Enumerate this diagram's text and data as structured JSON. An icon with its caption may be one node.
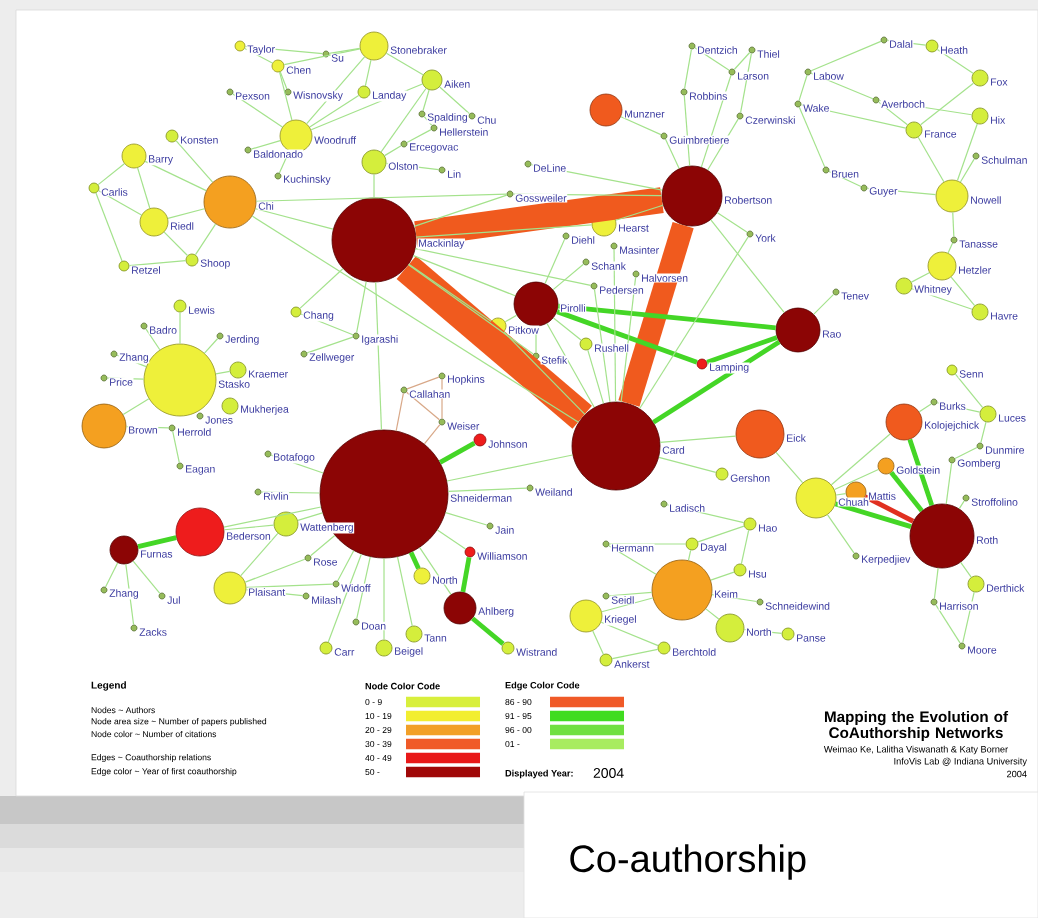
{
  "diagram": {
    "title": "Mapping the Evolution of CoAuthorship Networks",
    "caption": "Co-authorship",
    "nodes": [
      {
        "text": [],
        "shape": "circle",
        "beside": [
          "Taylor"
        ]
      },
      {
        "text": [],
        "shape": "circle",
        "beside": [
          "Su"
        ]
      },
      {
        "text": [],
        "shape": "circle",
        "beside": [
          "Stonebraker"
        ]
      },
      {
        "text": [],
        "shape": "circle",
        "beside": [
          "Chen"
        ]
      },
      {
        "text": [],
        "shape": "circle",
        "beside": [
          "Aiken"
        ]
      },
      {
        "text": [],
        "shape": "circle",
        "beside": [
          "Pexson"
        ]
      },
      {
        "text": [],
        "shape": "circle",
        "beside": [
          "Wisnovsky"
        ]
      },
      {
        "text": [],
        "shape": "circle",
        "beside": [
          "Landay"
        ]
      },
      {
        "text": [],
        "shape": "circle",
        "beside": [
          "Spalding"
        ]
      },
      {
        "text": [],
        "shape": "circle",
        "beside": [
          "Chu"
        ]
      },
      {
        "text": [],
        "shape": "circle",
        "beside": [
          "Hellerstein"
        ]
      },
      {
        "text": [],
        "shape": "circle",
        "beside": [
          "Woodruff"
        ]
      },
      {
        "text": [],
        "shape": "circle",
        "beside": [
          "Konsten"
        ]
      },
      {
        "text": [],
        "shape": "circle",
        "beside": [
          "Barry"
        ]
      },
      {
        "text": [],
        "shape": "circle",
        "beside": [
          "Baldonado"
        ]
      },
      {
        "text": [],
        "shape": "circle",
        "beside": [
          "Ercegovac"
        ]
      },
      {
        "text": [],
        "shape": "circle",
        "beside": [
          "Olston"
        ]
      },
      {
        "text": [],
        "shape": "circle",
        "beside": [
          "Lin"
        ]
      },
      {
        "text": [],
        "shape": "circle",
        "beside": [
          "Kuchinsky"
        ]
      },
      {
        "text": [],
        "shape": "circle",
        "beside": [
          "Carlis"
        ]
      },
      {
        "text": [],
        "shape": "circle",
        "beside": [
          "Chi"
        ]
      },
      {
        "text": [],
        "shape": "circle",
        "beside": [
          "Riedl"
        ]
      },
      {
        "text": [],
        "shape": "circle",
        "beside": [
          "Mackinlay"
        ]
      },
      {
        "text": [],
        "shape": "circle",
        "beside": [
          "Shoop"
        ]
      },
      {
        "text": [],
        "shape": "circle",
        "beside": [
          "Retzel"
        ]
      },
      {
        "text": [],
        "shape": "circle",
        "beside": [
          "Dentzich"
        ]
      },
      {
        "text": [],
        "shape": "circle",
        "beside": [
          "Thiel"
        ]
      },
      {
        "text": [],
        "shape": "circle",
        "beside": [
          "Larson"
        ]
      },
      {
        "text": [],
        "shape": "circle",
        "beside": [
          "Robbins"
        ]
      },
      {
        "text": [],
        "shape": "circle",
        "beside": [
          "Munzner"
        ]
      },
      {
        "text": [],
        "shape": "circle",
        "beside": [
          "Czerwinski"
        ]
      },
      {
        "text": [],
        "shape": "circle",
        "beside": [
          "Guimbretiere"
        ]
      },
      {
        "text": [],
        "shape": "circle",
        "beside": [
          "DeLine"
        ]
      },
      {
        "text": [],
        "shape": "circle",
        "beside": [
          "Gossweiler"
        ]
      },
      {
        "text": [],
        "shape": "circle",
        "beside": [
          "Robertson"
        ]
      },
      {
        "text": [],
        "shape": "circle",
        "beside": [
          "Hearst"
        ]
      },
      {
        "text": [],
        "shape": "circle",
        "beside": [
          "Diehl"
        ]
      },
      {
        "text": [],
        "shape": "circle",
        "beside": [
          "Masinter"
        ]
      },
      {
        "text": [],
        "shape": "circle",
        "beside": [
          "Schank"
        ]
      },
      {
        "text": [],
        "shape": "circle",
        "beside": [
          "Halvorsen"
        ]
      },
      {
        "text": [],
        "shape": "circle",
        "beside": [
          "Pedersen"
        ]
      },
      {
        "text": [],
        "shape": "circle",
        "beside": [
          "York"
        ]
      },
      {
        "text": [],
        "shape": "circle",
        "beside": [
          "Pirolli"
        ]
      },
      {
        "text": [],
        "shape": "circle",
        "beside": [
          "Pitkow"
        ]
      },
      {
        "text": [],
        "shape": "circle",
        "beside": [
          "Rushell"
        ]
      },
      {
        "text": [],
        "shape": "circle",
        "beside": [
          "Stefik"
        ]
      },
      {
        "text": [],
        "shape": "circle",
        "beside": [
          "Tenev"
        ]
      },
      {
        "text": [],
        "shape": "circle",
        "beside": [
          "Rao"
        ]
      },
      {
        "text": [],
        "shape": "circle",
        "beside": [
          "Lamping"
        ]
      },
      {
        "text": [],
        "shape": "circle",
        "beside": [
          "Dalal"
        ]
      },
      {
        "text": [],
        "shape": "circle",
        "beside": [
          "Heath"
        ]
      },
      {
        "text": [],
        "shape": "circle",
        "beside": [
          "Labow"
        ]
      },
      {
        "text": [],
        "shape": "circle",
        "beside": [
          "Fox"
        ]
      },
      {
        "text": [],
        "shape": "circle",
        "beside": [
          "Wake"
        ]
      },
      {
        "text": [],
        "shape": "circle",
        "beside": [
          "Averboch"
        ]
      },
      {
        "text": [],
        "shape": "circle",
        "beside": [
          "France"
        ]
      },
      {
        "text": [],
        "shape": "circle",
        "beside": [
          "Hix"
        ]
      },
      {
        "text": [],
        "shape": "circle",
        "beside": [
          "Schulman"
        ]
      },
      {
        "text": [],
        "shape": "circle",
        "beside": [
          "Bruen"
        ]
      },
      {
        "text": [],
        "shape": "circle",
        "beside": [
          "Guyer"
        ]
      },
      {
        "text": [],
        "shape": "circle",
        "beside": [
          "Nowell"
        ]
      },
      {
        "text": [],
        "shape": "circle",
        "beside": [
          "Tanasse"
        ]
      },
      {
        "text": [],
        "shape": "circle",
        "beside": [
          "Hetzler"
        ]
      },
      {
        "text": [],
        "shape": "circle",
        "beside": [
          "Whitney"
        ]
      },
      {
        "text": [],
        "shape": "circle",
        "beside": [
          "Havre"
        ]
      },
      {
        "text": [],
        "shape": "circle",
        "beside": [
          "Lewis"
        ]
      },
      {
        "text": [],
        "shape": "circle",
        "beside": [
          "Badro"
        ]
      },
      {
        "text": [],
        "shape": "circle",
        "beside": [
          "Chang"
        ]
      },
      {
        "text": [],
        "shape": "circle",
        "beside": [
          "Igarashi"
        ]
      },
      {
        "text": [],
        "shape": "circle",
        "beside": [
          "Zhang"
        ]
      },
      {
        "text": [],
        "shape": "circle",
        "beside": [
          "Jerding"
        ]
      },
      {
        "text": [],
        "shape": "circle",
        "beside": [
          "Zellweger"
        ]
      },
      {
        "text": [],
        "shape": "circle",
        "beside": [
          "Stasko"
        ]
      },
      {
        "text": [],
        "shape": "circle",
        "beside": [
          "Kraemer"
        ]
      },
      {
        "text": [],
        "shape": "circle",
        "beside": [
          "Price"
        ]
      },
      {
        "text": [],
        "shape": "circle",
        "beside": [
          "Brown"
        ]
      },
      {
        "text": [],
        "shape": "circle",
        "beside": [
          "Jones"
        ]
      },
      {
        "text": [],
        "shape": "circle",
        "beside": [
          "Mukherjea"
        ]
      },
      {
        "text": [],
        "shape": "circle",
        "beside": [
          "Herrold"
        ]
      },
      {
        "text": [],
        "shape": "circle",
        "beside": [
          "Eagan"
        ]
      },
      {
        "text": [],
        "shape": "circle",
        "beside": [
          "Callahan"
        ]
      },
      {
        "text": [],
        "shape": "circle",
        "beside": [
          "Hopkins"
        ]
      },
      {
        "text": [],
        "shape": "circle",
        "beside": [
          "Weiser"
        ]
      },
      {
        "text": [],
        "shape": "circle",
        "beside": [
          "Johnson"
        ]
      },
      {
        "text": [],
        "shape": "circle",
        "beside": [
          "Botafogo"
        ]
      },
      {
        "text": [],
        "shape": "circle",
        "beside": [
          "Rivlin"
        ]
      },
      {
        "text": [],
        "shape": "circle",
        "beside": [
          "Shneiderman"
        ]
      },
      {
        "text": [],
        "shape": "circle",
        "beside": [
          "Weiland"
        ]
      },
      {
        "text": [],
        "shape": "circle",
        "beside": [
          "Card"
        ]
      },
      {
        "text": [],
        "shape": "circle",
        "beside": [
          "Gershon"
        ]
      },
      {
        "text": [],
        "shape": "circle",
        "beside": [
          "Eick"
        ]
      },
      {
        "text": [],
        "shape": "circle",
        "beside": [
          "Senn"
        ]
      },
      {
        "text": [],
        "shape": "circle",
        "beside": [
          "Burks"
        ]
      },
      {
        "text": [],
        "shape": "circle",
        "beside": [
          "Luces"
        ]
      },
      {
        "text": [],
        "shape": "circle",
        "beside": [
          "Kolojejchick"
        ]
      },
      {
        "text": [],
        "shape": "circle",
        "beside": [
          "Dunmire"
        ]
      },
      {
        "text": [],
        "shape": "circle",
        "beside": [
          "Goldstein"
        ]
      },
      {
        "text": [],
        "shape": "circle",
        "beside": [
          "Gomberg"
        ]
      },
      {
        "text": [],
        "shape": "circle",
        "beside": [
          "Chuah"
        ]
      },
      {
        "text": [],
        "shape": "circle",
        "beside": [
          "Mattis"
        ]
      },
      {
        "text": [],
        "shape": "circle",
        "beside": [
          "Stroffolino"
        ]
      },
      {
        "text": [],
        "shape": "circle",
        "beside": [
          "Roth"
        ]
      },
      {
        "text": [],
        "shape": "circle",
        "beside": [
          "Kerpedjiev"
        ]
      },
      {
        "text": [],
        "shape": "circle",
        "beside": [
          "Derthick"
        ]
      },
      {
        "text": [],
        "shape": "circle",
        "beside": [
          "Harrison"
        ]
      },
      {
        "text": [],
        "shape": "circle",
        "beside": [
          "Moore"
        ]
      },
      {
        "text": [],
        "shape": "circle",
        "beside": [
          "Bederson"
        ]
      },
      {
        "text": [],
        "shape": "circle",
        "beside": [
          "Wattenberg"
        ]
      },
      {
        "text": [],
        "shape": "circle",
        "beside": [
          "Jain"
        ]
      },
      {
        "text": [],
        "shape": "circle",
        "beside": [
          "Furnas"
        ]
      },
      {
        "text": [],
        "shape": "circle",
        "beside": [
          "Rose"
        ]
      },
      {
        "text": [],
        "shape": "circle",
        "beside": [
          "Williamson"
        ]
      },
      {
        "text": [],
        "shape": "circle",
        "beside": [
          "Ladisch"
        ]
      },
      {
        "text": [],
        "shape": "circle",
        "beside": [
          "Hao"
        ]
      },
      {
        "text": [],
        "shape": "circle",
        "beside": [
          "Dayal"
        ]
      },
      {
        "text": [],
        "shape": "circle",
        "beside": [
          "Hermann"
        ]
      },
      {
        "text": [],
        "shape": "circle",
        "beside": [
          "Hsu"
        ]
      },
      {
        "text": [],
        "shape": "circle",
        "beside": [
          "North"
        ]
      },
      {
        "text": [],
        "shape": "circle",
        "beside": [
          "Widoff"
        ]
      },
      {
        "text": [],
        "shape": "circle",
        "beside": [
          "Plaisant"
        ]
      },
      {
        "text": [],
        "shape": "circle",
        "beside": [
          "Milash"
        ]
      },
      {
        "text": [],
        "shape": "circle",
        "beside": [
          "Zhang"
        ]
      },
      {
        "text": [],
        "shape": "circle",
        "beside": [
          "Jul"
        ]
      },
      {
        "text": [],
        "shape": "circle",
        "beside": [
          "Keim"
        ]
      },
      {
        "text": [],
        "shape": "circle",
        "beside": [
          "Seidl"
        ]
      },
      {
        "text": [],
        "shape": "circle",
        "beside": [
          "Kriegel"
        ]
      },
      {
        "text": [],
        "shape": "circle",
        "beside": [
          "Schneidewind"
        ]
      },
      {
        "text": [],
        "shape": "circle",
        "beside": [
          "Ahlberg"
        ]
      },
      {
        "text": [],
        "shape": "circle",
        "beside": [
          "Doan"
        ]
      },
      {
        "text": [],
        "shape": "circle",
        "beside": [
          "Zacks"
        ]
      },
      {
        "text": [],
        "shape": "circle",
        "beside": [
          "Tann"
        ]
      },
      {
        "text": [],
        "shape": "circle",
        "beside": [
          "North"
        ]
      },
      {
        "text": [],
        "shape": "circle",
        "beside": [
          "Panse"
        ]
      },
      {
        "text": [],
        "shape": "circle",
        "beside": [
          "Carr"
        ]
      },
      {
        "text": [],
        "shape": "circle",
        "beside": [
          "Beigel"
        ]
      },
      {
        "text": [],
        "shape": "circle",
        "beside": [
          "Wistrand"
        ]
      },
      {
        "text": [],
        "shape": "circle",
        "beside": [
          "Berchtold"
        ]
      },
      {
        "text": [],
        "shape": "circle",
        "beside": [
          "Ankerst"
        ]
      }
    ],
    "edges": [
      {
        "from": 22,
        "to": 34,
        "arrow": "none",
        "style": "thick",
        "color": "#f05a1e"
      },
      {
        "from": 22,
        "to": 88,
        "arrow": "none",
        "style": "thick",
        "color": "#f05a1e"
      },
      {
        "from": 34,
        "to": 88,
        "arrow": "none",
        "style": "thick",
        "color": "#f05a1e"
      },
      {
        "from": 42,
        "to": 47,
        "arrow": "none",
        "style": "thick",
        "color": "#44d626"
      },
      {
        "from": 88,
        "to": 47,
        "arrow": "none",
        "style": "thick",
        "color": "#44d626"
      },
      {
        "from": 48,
        "to": 47,
        "arrow": "none",
        "style": "thick",
        "color": "#44d626"
      },
      {
        "from": 86,
        "to": 83,
        "arrow": "none",
        "style": "thick",
        "color": "#44d626"
      },
      {
        "from": 86,
        "to": 117,
        "arrow": "none",
        "style": "thick",
        "color": "#44d626"
      },
      {
        "from": 111,
        "to": 127,
        "arrow": "none",
        "style": "thick",
        "color": "#44d626"
      },
      {
        "from": 127,
        "to": 135,
        "arrow": "none",
        "style": "thick",
        "color": "#44d626"
      },
      {
        "from": 94,
        "to": 101,
        "arrow": "none",
        "style": "thick",
        "color": "#44d626"
      },
      {
        "from": 96,
        "to": 101,
        "arrow": "none",
        "style": "thick",
        "color": "#44d626"
      },
      {
        "from": 98,
        "to": 101,
        "arrow": "none",
        "style": "thick",
        "color": "#44d626"
      },
      {
        "from": 99,
        "to": 101,
        "arrow": "none",
        "style": "thick",
        "color": "#e03020"
      },
      {
        "from": 106,
        "to": 109,
        "arrow": "none",
        "style": "thick",
        "color": "#44d626"
      },
      {
        "from": 42,
        "to": 48,
        "arrow": "none",
        "style": "thick",
        "color": "#44d626"
      },
      {
        "from": 80,
        "to": 81,
        "arrow": "none",
        "color": "#d8a888"
      },
      {
        "from": 81,
        "to": 82,
        "arrow": "none",
        "color": "#d8a888"
      },
      {
        "from": 80,
        "to": 82,
        "arrow": "none",
        "color": "#d8a888"
      },
      {
        "from": 82,
        "to": 86,
        "arrow": "none",
        "color": "#d8a888"
      },
      {
        "from": 80,
        "to": 86,
        "arrow": "none",
        "color": "#d8a888"
      },
      {
        "from": 0,
        "to": 3,
        "arrow": "none"
      },
      {
        "from": 0,
        "to": 1,
        "arrow": "none"
      },
      {
        "from": 1,
        "to": 2,
        "arrow": "none"
      },
      {
        "from": 3,
        "to": 2,
        "arrow": "none"
      },
      {
        "from": 5,
        "to": 11,
        "arrow": "none"
      },
      {
        "from": 6,
        "to": 3,
        "arrow": "none"
      },
      {
        "from": 3,
        "to": 11,
        "arrow": "none"
      },
      {
        "from": 2,
        "to": 4,
        "arrow": "none"
      },
      {
        "from": 2,
        "to": 7,
        "arrow": "none"
      },
      {
        "from": 7,
        "to": 11,
        "arrow": "none"
      },
      {
        "from": 4,
        "to": 16,
        "arrow": "none"
      },
      {
        "from": 4,
        "to": 8,
        "arrow": "none"
      },
      {
        "from": 8,
        "to": 10,
        "arrow": "none"
      },
      {
        "from": 9,
        "to": 4,
        "arrow": "none"
      },
      {
        "from": 10,
        "to": 15,
        "arrow": "none"
      },
      {
        "from": 15,
        "to": 16,
        "arrow": "none"
      },
      {
        "from": 16,
        "to": 17,
        "arrow": "none"
      },
      {
        "from": 11,
        "to": 14,
        "arrow": "none"
      },
      {
        "from": 11,
        "to": 18,
        "arrow": "none"
      },
      {
        "from": 11,
        "to": 2,
        "arrow": "none"
      },
      {
        "from": 11,
        "to": 4,
        "arrow": "none"
      },
      {
        "from": 16,
        "to": 22,
        "arrow": "none"
      },
      {
        "from": 13,
        "to": 20,
        "arrow": "none"
      },
      {
        "from": 12,
        "to": 20,
        "arrow": "none"
      },
      {
        "from": 19,
        "to": 21,
        "arrow": "none"
      },
      {
        "from": 21,
        "to": 13,
        "arrow": "none"
      },
      {
        "from": 21,
        "to": 20,
        "arrow": "none"
      },
      {
        "from": 19,
        "to": 24,
        "arrow": "none"
      },
      {
        "from": 24,
        "to": 23,
        "arrow": "none"
      },
      {
        "from": 23,
        "to": 20,
        "arrow": "none"
      },
      {
        "from": 21,
        "to": 23,
        "arrow": "none"
      },
      {
        "from": 13,
        "to": 19,
        "arrow": "none"
      },
      {
        "from": 20,
        "to": 22,
        "arrow": "none"
      },
      {
        "from": 20,
        "to": 88,
        "arrow": "none"
      },
      {
        "from": 20,
        "to": 33,
        "arrow": "none"
      },
      {
        "from": 22,
        "to": 33,
        "arrow": "none"
      },
      {
        "from": 22,
        "to": 35,
        "arrow": "none"
      },
      {
        "from": 22,
        "to": 40,
        "arrow": "none"
      },
      {
        "from": 22,
        "to": 42,
        "arrow": "none"
      },
      {
        "from": 22,
        "to": 43,
        "arrow": "none"
      },
      {
        "from": 22,
        "to": 45,
        "arrow": "none"
      },
      {
        "from": 22,
        "to": 86,
        "arrow": "none"
      },
      {
        "from": 22,
        "to": 67,
        "arrow": "none"
      },
      {
        "from": 22,
        "to": 68,
        "arrow": "none"
      },
      {
        "from": 29,
        "to": 31,
        "arrow": "none"
      },
      {
        "from": 31,
        "to": 34,
        "arrow": "none"
      },
      {
        "from": 28,
        "to": 34,
        "arrow": "none"
      },
      {
        "from": 27,
        "to": 34,
        "arrow": "none"
      },
      {
        "from": 30,
        "to": 34,
        "arrow": "none"
      },
      {
        "from": 25,
        "to": 28,
        "arrow": "none"
      },
      {
        "from": 26,
        "to": 27,
        "arrow": "none"
      },
      {
        "from": 25,
        "to": 27,
        "arrow": "none"
      },
      {
        "from": 26,
        "to": 30,
        "arrow": "none"
      },
      {
        "from": 34,
        "to": 41,
        "arrow": "none"
      },
      {
        "from": 34,
        "to": 35,
        "arrow": "none"
      },
      {
        "from": 34,
        "to": 47,
        "arrow": "none"
      },
      {
        "from": 34,
        "to": 32,
        "arrow": "none"
      },
      {
        "from": 34,
        "to": 33,
        "arrow": "none"
      },
      {
        "from": 42,
        "to": 88,
        "arrow": "none"
      },
      {
        "from": 42,
        "to": 43,
        "arrow": "none"
      },
      {
        "from": 42,
        "to": 44,
        "arrow": "none"
      },
      {
        "from": 42,
        "to": 45,
        "arrow": "none"
      },
      {
        "from": 42,
        "to": 38,
        "arrow": "none"
      },
      {
        "from": 42,
        "to": 36,
        "arrow": "none"
      },
      {
        "from": 43,
        "to": 88,
        "arrow": "none"
      },
      {
        "from": 41,
        "to": 88,
        "arrow": "none"
      },
      {
        "from": 46,
        "to": 47,
        "arrow": "none"
      },
      {
        "from": 88,
        "to": 90,
        "arrow": "none"
      },
      {
        "from": 88,
        "to": 89,
        "arrow": "none"
      },
      {
        "from": 88,
        "to": 86,
        "arrow": "none"
      },
      {
        "from": 88,
        "to": 44,
        "arrow": "none"
      },
      {
        "from": 88,
        "to": 40,
        "arrow": "none"
      },
      {
        "from": 88,
        "to": 39,
        "arrow": "none"
      },
      {
        "from": 88,
        "to": 37,
        "arrow": "none"
      },
      {
        "from": 49,
        "to": 50,
        "arrow": "none"
      },
      {
        "from": 49,
        "to": 51,
        "arrow": "none"
      },
      {
        "from": 50,
        "to": 52,
        "arrow": "none"
      },
      {
        "from": 51,
        "to": 53,
        "arrow": "none"
      },
      {
        "from": 52,
        "to": 55,
        "arrow": "none"
      },
      {
        "from": 54,
        "to": 55,
        "arrow": "none"
      },
      {
        "from": 53,
        "to": 58,
        "arrow": "none"
      },
      {
        "from": 58,
        "to": 59,
        "arrow": "none"
      },
      {
        "from": 59,
        "to": 60,
        "arrow": "none"
      },
      {
        "from": 55,
        "to": 60,
        "arrow": "none"
      },
      {
        "from": 56,
        "to": 60,
        "arrow": "none"
      },
      {
        "from": 57,
        "to": 60,
        "arrow": "none"
      },
      {
        "from": 51,
        "to": 54,
        "arrow": "none"
      },
      {
        "from": 54,
        "to": 56,
        "arrow": "none"
      },
      {
        "from": 53,
        "to": 55,
        "arrow": "none"
      },
      {
        "from": 60,
        "to": 61,
        "arrow": "none"
      },
      {
        "from": 61,
        "to": 62,
        "arrow": "none"
      },
      {
        "from": 62,
        "to": 63,
        "arrow": "none"
      },
      {
        "from": 62,
        "to": 64,
        "arrow": "none"
      },
      {
        "from": 63,
        "to": 64,
        "arrow": "none"
      },
      {
        "from": 65,
        "to": 72,
        "arrow": "none"
      },
      {
        "from": 66,
        "to": 72,
        "arrow": "none"
      },
      {
        "from": 69,
        "to": 72,
        "arrow": "none"
      },
      {
        "from": 70,
        "to": 72,
        "arrow": "none"
      },
      {
        "from": 72,
        "to": 73,
        "arrow": "none"
      },
      {
        "from": 72,
        "to": 74,
        "arrow": "none"
      },
      {
        "from": 72,
        "to": 75,
        "arrow": "none"
      },
      {
        "from": 75,
        "to": 78,
        "arrow": "none"
      },
      {
        "from": 78,
        "to": 79,
        "arrow": "none"
      },
      {
        "from": 67,
        "to": 68,
        "arrow": "none"
      },
      {
        "from": 71,
        "to": 68,
        "arrow": "none"
      },
      {
        "from": 86,
        "to": 84,
        "arrow": "none"
      },
      {
        "from": 86,
        "to": 85,
        "arrow": "none"
      },
      {
        "from": 86,
        "to": 87,
        "arrow": "none"
      },
      {
        "from": 86,
        "to": 108,
        "arrow": "none"
      },
      {
        "from": 86,
        "to": 111,
        "arrow": "none"
      },
      {
        "from": 86,
        "to": 107,
        "arrow": "none"
      },
      {
        "from": 86,
        "to": 110,
        "arrow": "none"
      },
      {
        "from": 86,
        "to": 118,
        "arrow": "none"
      },
      {
        "from": 86,
        "to": 128,
        "arrow": "none"
      },
      {
        "from": 86,
        "to": 130,
        "arrow": "none"
      },
      {
        "from": 86,
        "to": 134,
        "arrow": "none"
      },
      {
        "from": 86,
        "to": 133,
        "arrow": "none"
      },
      {
        "from": 86,
        "to": 127,
        "arrow": "none"
      },
      {
        "from": 106,
        "to": 107,
        "arrow": "none"
      },
      {
        "from": 107,
        "to": 119,
        "arrow": "none"
      },
      {
        "from": 119,
        "to": 110,
        "arrow": "none"
      },
      {
        "from": 119,
        "to": 118,
        "arrow": "none"
      },
      {
        "from": 119,
        "to": 120,
        "arrow": "none"
      },
      {
        "from": 106,
        "to": 86,
        "arrow": "none"
      },
      {
        "from": 109,
        "to": 121,
        "arrow": "none"
      },
      {
        "from": 109,
        "to": 122,
        "arrow": "none"
      },
      {
        "from": 109,
        "to": 129,
        "arrow": "none"
      },
      {
        "from": 112,
        "to": 113,
        "arrow": "none"
      },
      {
        "from": 113,
        "to": 114,
        "arrow": "none"
      },
      {
        "from": 114,
        "to": 115,
        "arrow": "none"
      },
      {
        "from": 113,
        "to": 116,
        "arrow": "none"
      },
      {
        "from": 116,
        "to": 123,
        "arrow": "none"
      },
      {
        "from": 123,
        "to": 124,
        "arrow": "none"
      },
      {
        "from": 123,
        "to": 125,
        "arrow": "none"
      },
      {
        "from": 123,
        "to": 126,
        "arrow": "none"
      },
      {
        "from": 123,
        "to": 131,
        "arrow": "none"
      },
      {
        "from": 131,
        "to": 132,
        "arrow": "none"
      },
      {
        "from": 125,
        "to": 136,
        "arrow": "none"
      },
      {
        "from": 125,
        "to": 137,
        "arrow": "none"
      },
      {
        "from": 136,
        "to": 137,
        "arrow": "none"
      },
      {
        "from": 123,
        "to": 114,
        "arrow": "none"
      },
      {
        "from": 115,
        "to": 123,
        "arrow": "none"
      },
      {
        "from": 90,
        "to": 98,
        "arrow": "none"
      },
      {
        "from": 98,
        "to": 99,
        "arrow": "none"
      },
      {
        "from": 94,
        "to": 92,
        "arrow": "none"
      },
      {
        "from": 91,
        "to": 93,
        "arrow": "none"
      },
      {
        "from": 92,
        "to": 93,
        "arrow": "none"
      },
      {
        "from": 93,
        "to": 95,
        "arrow": "none"
      },
      {
        "from": 95,
        "to": 97,
        "arrow": "none"
      },
      {
        "from": 97,
        "to": 101,
        "arrow": "none"
      },
      {
        "from": 100,
        "to": 101,
        "arrow": "none"
      },
      {
        "from": 94,
        "to": 98,
        "arrow": "none"
      },
      {
        "from": 96,
        "to": 98,
        "arrow": "none"
      },
      {
        "from": 101,
        "to": 103,
        "arrow": "none"
      },
      {
        "from": 101,
        "to": 104,
        "arrow": "none"
      },
      {
        "from": 104,
        "to": 105,
        "arrow": "none"
      },
      {
        "from": 103,
        "to": 105,
        "arrow": "none"
      },
      {
        "from": 102,
        "to": 98,
        "arrow": "none"
      }
    ],
    "labels": [
      "Legend",
      "Nodes ~ Authors",
      "Node area size ~ Number of papers published",
      "Node color ~ Number of citations",
      "Edges ~ Coauthorship relations",
      "Edge color ~ Year of first coauthorship",
      "Node Color Code",
      "Edge Color Code",
      "Displayed Year:",
      "2004",
      "Weimao Ke, Lalitha Viswanath & Katy Borner",
      "InfoVis Lab @ Indiana University",
      "2004"
    ],
    "legend": [
      {
        "text": "0 - 9",
        "color": "#d8ef3c"
      },
      {
        "text": "10 - 19",
        "color": "#f2ee30"
      },
      {
        "text": "20 - 29",
        "color": "#f2a028"
      },
      {
        "text": "30 - 39",
        "color": "#f05a28"
      },
      {
        "text": "40 - 49",
        "color": "#e81818"
      },
      {
        "text": "50 -",
        "color": "#a00808"
      },
      {
        "text": "86 - 90",
        "color": "#f05a28"
      },
      {
        "text": "91 - 95",
        "color": "#40dc20"
      },
      {
        "text": "96 - 00",
        "color": "#70e040"
      },
      {
        "text": "01 -",
        "color": "#a8ec60"
      }
    ]
  }
}
